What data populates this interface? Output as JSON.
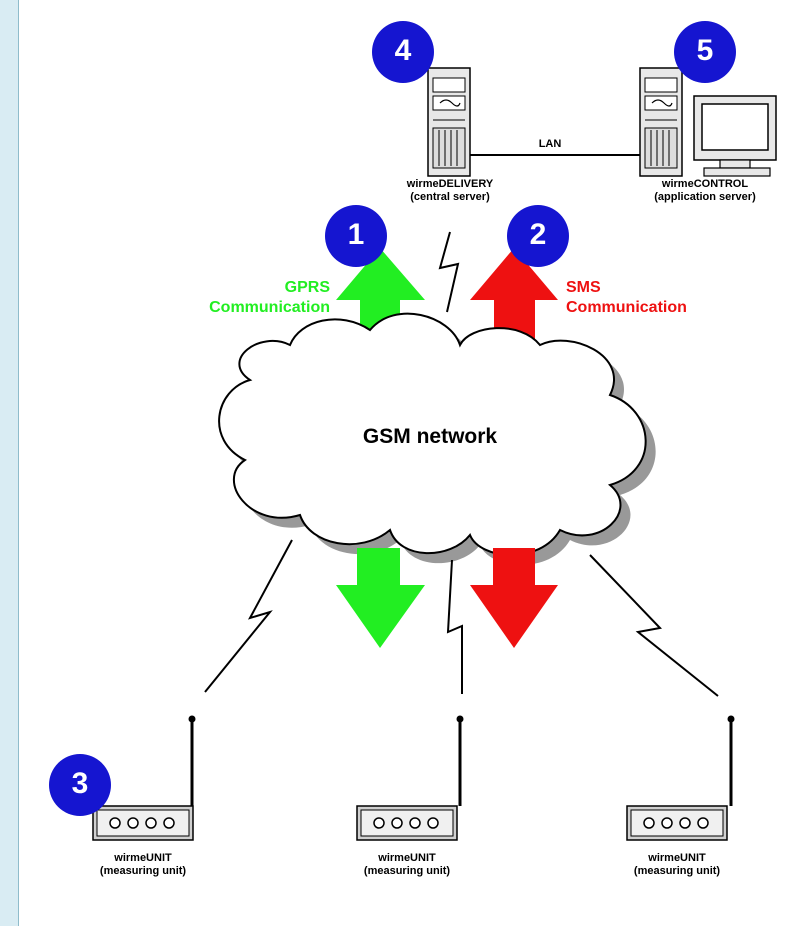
{
  "network": {
    "label": "GSM network"
  },
  "badges": [
    "1",
    "2",
    "3",
    "4",
    "5"
  ],
  "servers": {
    "delivery": {
      "name": "wirmeDELIVERY",
      "role": "(central server)"
    },
    "control": {
      "name": "wirmeCONTROL",
      "role": "(application server)"
    },
    "link_label": "LAN"
  },
  "communication": {
    "gprs": {
      "line1": "GPRS",
      "line2": "Communication",
      "color": "#22ee22"
    },
    "sms": {
      "line1": "SMS",
      "line2": "Communication",
      "color": "#ee1111"
    }
  },
  "units": [
    {
      "name": "wirmeUNIT",
      "role": "(measuring unit)"
    },
    {
      "name": "wirmeUNIT",
      "role": "(measuring unit)"
    },
    {
      "name": "wirmeUNIT",
      "role": "(measuring unit)"
    }
  ],
  "colors": {
    "badge": "#1515d0",
    "background": "#d9ecf3"
  }
}
